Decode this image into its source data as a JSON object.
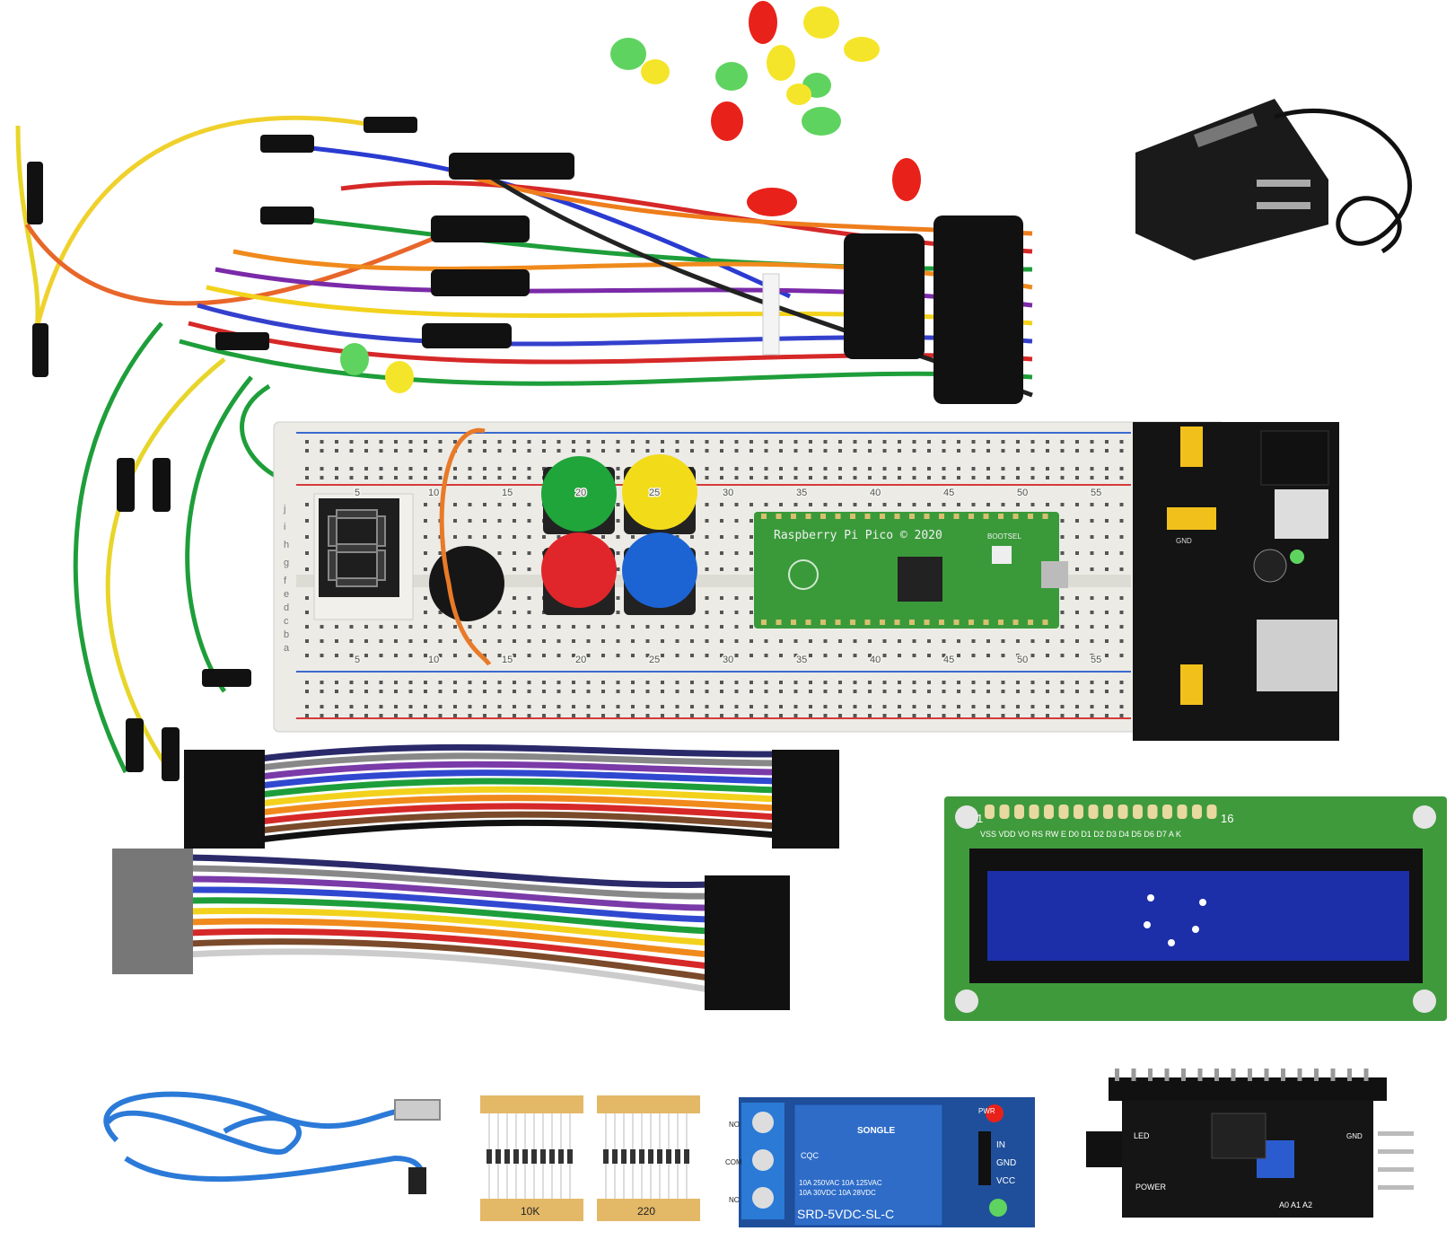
{
  "pico": {
    "label": "Raspberry Pi Pico © 2020",
    "bootsel": "BOOTSEL"
  },
  "breadboard": {
    "rows_left": [
      "f",
      "g",
      "h",
      "i",
      "j"
    ],
    "rows_right": [
      "a",
      "b",
      "c",
      "d",
      "e"
    ],
    "cols_top": [
      "5",
      "10",
      "15",
      "20",
      "25",
      "30",
      "35",
      "40",
      "45",
      "50",
      "55"
    ],
    "cols_bottom": [
      "5",
      "10",
      "15",
      "20",
      "25",
      "30",
      "35",
      "40",
      "45",
      "50",
      "55"
    ]
  },
  "power_module": {
    "gnd": "GND"
  },
  "lcd": {
    "pin_first": "1",
    "pin_last": "16",
    "pins": "VSS VDD VO RS RW E D0 D1 D2 D3 D4 D5 D6 D7 A K"
  },
  "resistors": {
    "left_label": "10K",
    "right_label": "220"
  },
  "relay": {
    "brand": "SONGLE",
    "rating_1": "10A 250VAC  10A 125VAC",
    "rating_2": "10A  30VDC  10A  28VDC",
    "model": "SRD-5VDC-SL-C",
    "pins": [
      "IN",
      "GND",
      "VCC"
    ],
    "terminals": [
      "NO",
      "COM",
      "NC"
    ],
    "pwr": "PWR",
    "cert": "CQC"
  },
  "i2c": {
    "led": "LED",
    "power": "POWER",
    "addr": "A0 A1 A2",
    "gnd": "GND"
  },
  "colors": {
    "breadboard": "#ecebe6",
    "pico": "#3a9a3a",
    "lcd_pcb": "#3f9a3c",
    "lcd_screen": "#1c2fa8",
    "relay": "#1f5fb4",
    "module": "#141414"
  }
}
